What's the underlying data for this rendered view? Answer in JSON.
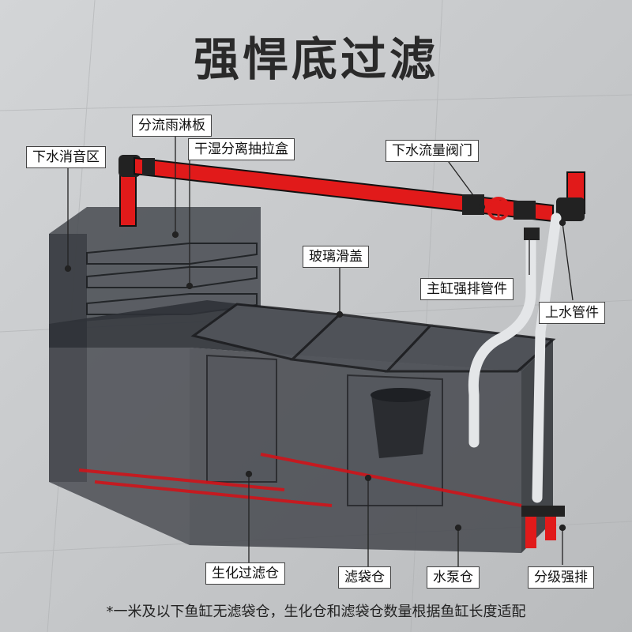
{
  "title": "强悍底过滤",
  "labels": {
    "diversion_plate": "分流雨淋板",
    "drain_silencer": "下水消音区",
    "dry_wet_drawer": "干湿分离抽拉盒",
    "drain_flow_valve": "下水流量阀门",
    "glass_lid": "玻璃滑盖",
    "main_tank_overflow": "主缸强排管件",
    "return_fitting": "上水管件",
    "bio_chamber": "生化过滤仓",
    "filter_bag_chamber": "滤袋仓",
    "pump_chamber": "水泵仓",
    "staged_overflow": "分级强排"
  },
  "footnote": "*一米及以下鱼缸无滤袋仓，生化仓和滤袋仓数量根据鱼缸长度适配",
  "colors": {
    "background": "#c9cbcd",
    "pipe_red": "#e11a1a",
    "glass": "#3a3d42",
    "label_bg": "#ffffff"
  }
}
